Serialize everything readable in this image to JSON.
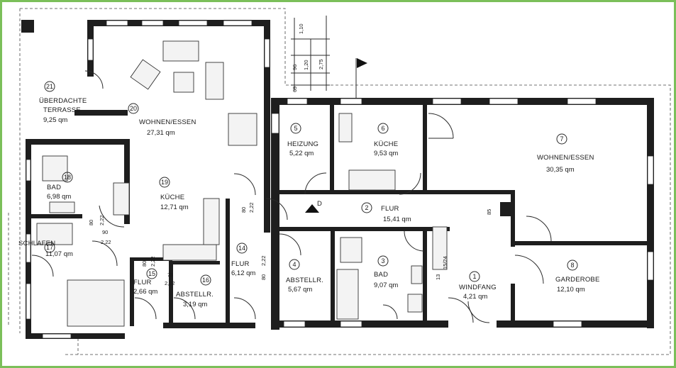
{
  "frame_color": "#7bbf5a",
  "rooms": {
    "r21": {
      "num": "21",
      "name_line1": "ÜBERDACHTE",
      "name_line2": "TERRASSE",
      "area": "9,25 qm"
    },
    "r20": {
      "num": "20",
      "name": "WOHNEN/ESSEN",
      "area": "27,31 qm"
    },
    "r18": {
      "num": "18",
      "name": "BAD",
      "area": "6,98 qm"
    },
    "r19": {
      "num": "19",
      "name": "KÜCHE",
      "area": "12,71 qm"
    },
    "r17": {
      "num": "17",
      "name": "SCHLAFEN",
      "area": "11,07 qm"
    },
    "r15": {
      "num": "15",
      "name": "FLUR",
      "area": "2,66 qm"
    },
    "r16": {
      "num": "16",
      "name": "ABSTELLR.",
      "area": "3,19 qm"
    },
    "r14": {
      "num": "14",
      "name": "FLUR",
      "area": "6,12 qm"
    },
    "r5": {
      "num": "5",
      "name": "HEIZUNG",
      "area": "5,22 qm"
    },
    "r6": {
      "num": "6",
      "name": "KÜCHE",
      "area": "9,53 qm"
    },
    "r7": {
      "num": "7",
      "name": "WOHNEN/ESSEN",
      "area": "30,35 qm"
    },
    "r2": {
      "num": "2",
      "name": "FLUR",
      "area": "15,41 qm"
    },
    "r4": {
      "num": "4",
      "name": "ABSTELLR.",
      "area": "5,67 qm"
    },
    "r3": {
      "num": "3",
      "name": "BAD",
      "area": "9,07 qm"
    },
    "r1": {
      "num": "1",
      "name": "WINDFANG",
      "area": "4,21 qm"
    },
    "r8": {
      "num": "8",
      "name": "GARDEROBE",
      "area": "12,10 qm"
    }
  },
  "dimensions": {
    "d1": "1,10",
    "d2": "2,75",
    "d3": "96",
    "d4": "1,20",
    "d5": "69",
    "d6": "85",
    "d7": "80",
    "d8": "2,22",
    "d9": "90",
    "d10": "2,22",
    "d11": "80",
    "d12": "2,22",
    "d13": "78",
    "d14": "2,22",
    "d15": "80",
    "d16": "2,22",
    "d17": "80",
    "d18": "2,22",
    "d19": "13",
    "d20": "15/24",
    "d21": "D"
  }
}
